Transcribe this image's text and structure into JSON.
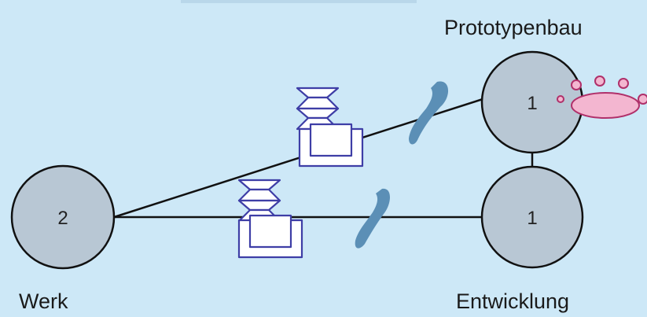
{
  "labels": {
    "prototype": "Prototypenbau",
    "factory": "Werk",
    "development": "Entwicklung"
  },
  "nodes": {
    "prototype": {
      "value": "1"
    },
    "factory": {
      "value": "2"
    },
    "development": {
      "value": "1"
    }
  },
  "icons": {
    "document": "document-stack-icon",
    "phone": "phone-handset-icon",
    "thought": "thought-bubble-icon"
  },
  "colors": {
    "background": "#cde8f7",
    "node_fill": "#b8c7d4",
    "edge": "#111111",
    "document_stroke": "#3e3ea6",
    "phone": "#5b8fb6",
    "thought_fill": "#f3b6d0",
    "thought_stroke": "#b0306a"
  }
}
